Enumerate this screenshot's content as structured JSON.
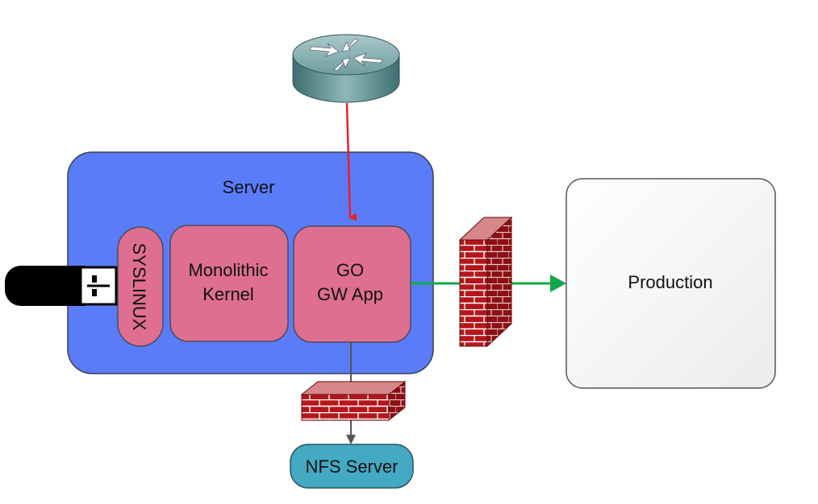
{
  "diagram": {
    "server": {
      "label": "Server",
      "fill": "#5b7cf8"
    },
    "syslinux": {
      "label": "SYSLINUX"
    },
    "kernel": {
      "line1": "Monolithic",
      "line2": "Kernel"
    },
    "go_app": {
      "line1": "GO",
      "line2": "GW App"
    },
    "production": {
      "label": "Production"
    },
    "nfs_server": {
      "label": "NFS Server",
      "fill": "#44a9c2"
    },
    "component_fill": "#de6f90",
    "edges": {
      "router_to_app": "#e8222a",
      "app_to_production": "#12a84a",
      "app_to_nfs": "#555555"
    }
  }
}
